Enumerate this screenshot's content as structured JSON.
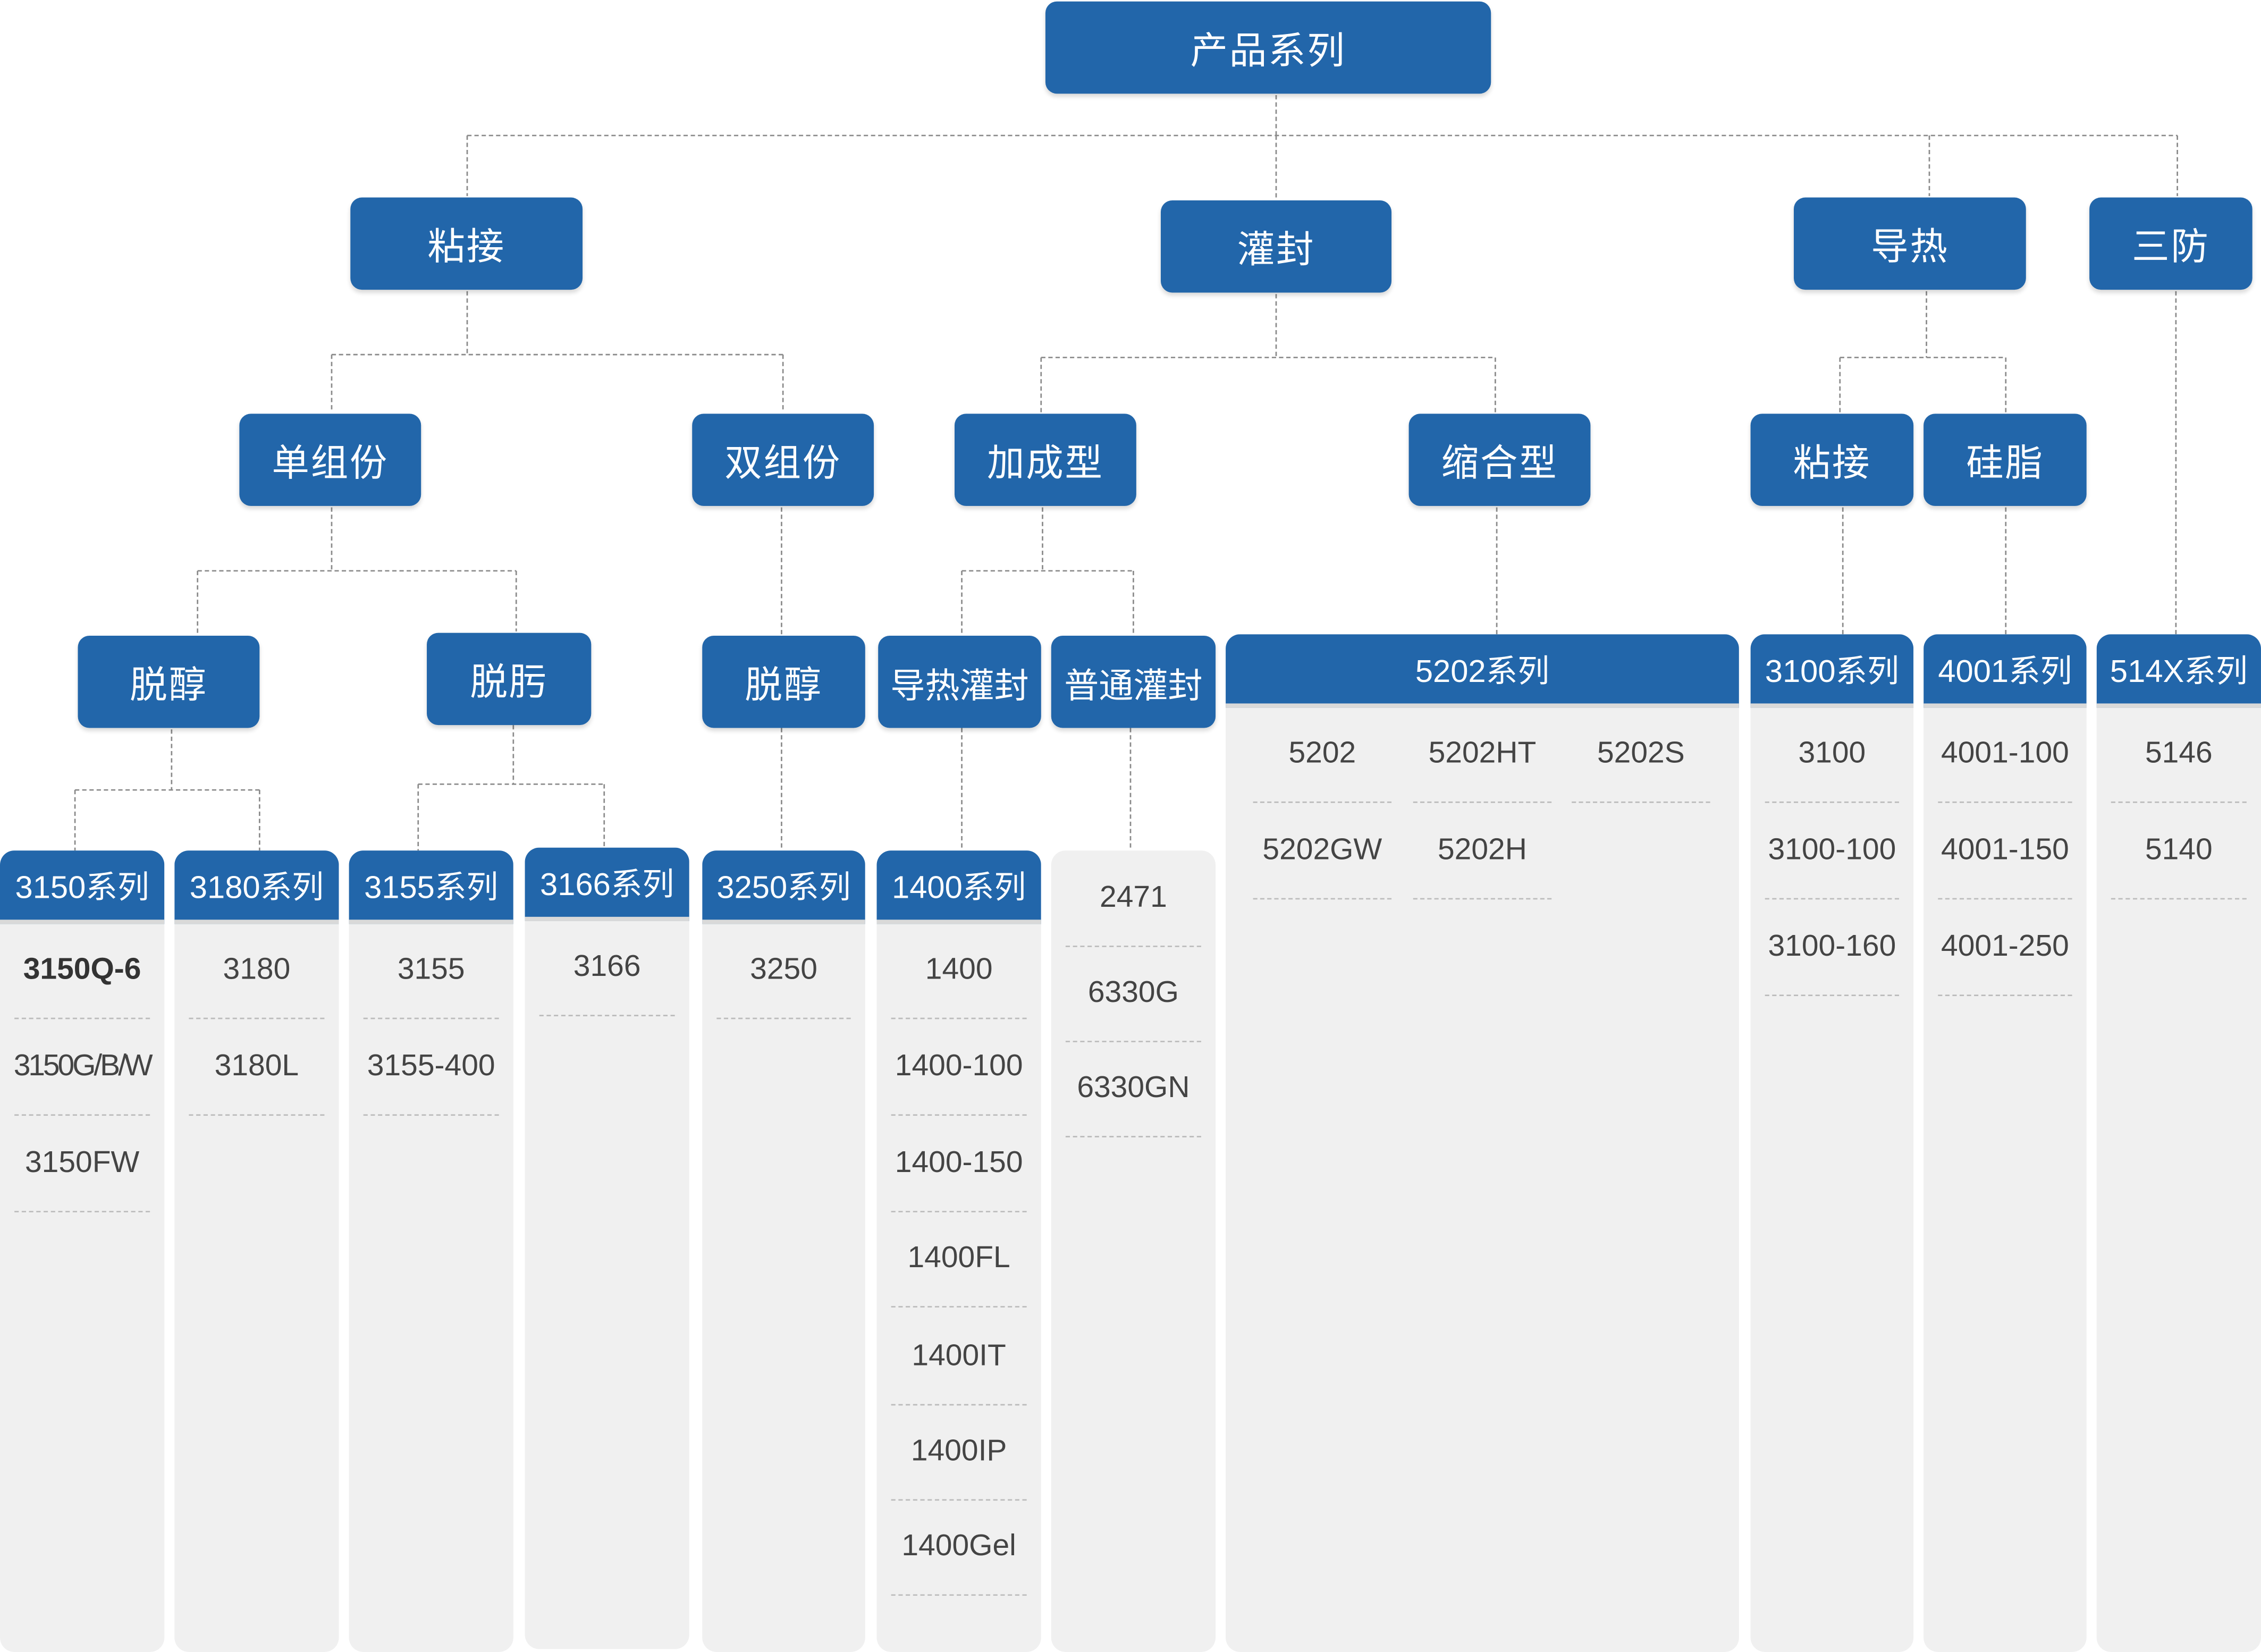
{
  "root": "产品系列",
  "level1": [
    "粘接",
    "灌封",
    "导热",
    "三防"
  ],
  "level2": [
    "单组份",
    "双组份",
    "加成型",
    "缩合型",
    "粘接",
    "硅脂"
  ],
  "level3": [
    "脱醇",
    "脱肟",
    "脱醇",
    "导热灌封",
    "普通灌封"
  ],
  "columns": {
    "c3150": {
      "title": "3150系列",
      "items": [
        "3150Q-6",
        "3150G/B/W",
        "3150FW"
      ]
    },
    "c3180": {
      "title": "3180系列",
      "items": [
        "3180",
        "3180L"
      ]
    },
    "c3155": {
      "title": "3155系列",
      "items": [
        "3155",
        "3155-400"
      ]
    },
    "c3166": {
      "title": "3166系列",
      "items": [
        "3166"
      ]
    },
    "c3250": {
      "title": "3250系列",
      "items": [
        "3250"
      ]
    },
    "c1400": {
      "title": "1400系列",
      "items": [
        "1400",
        "1400-100",
        "1400-150",
        "1400FL",
        "1400IT",
        "1400IP",
        "1400Gel"
      ]
    },
    "cplain": {
      "items": [
        "2471",
        "6330G",
        "6330GN"
      ]
    },
    "c5202": {
      "title": "5202系列",
      "items": [
        "5202",
        "5202HT",
        "5202S",
        "5202GW",
        "5202H"
      ]
    },
    "c3100": {
      "title": "3100系列",
      "items": [
        "3100",
        "3100-100",
        "3100-160"
      ]
    },
    "c4001": {
      "title": "4001系列",
      "items": [
        "4001-100",
        "4001-150",
        "4001-250"
      ]
    },
    "c514x": {
      "title": "514X系列",
      "items": [
        "5146",
        "5140"
      ]
    }
  },
  "colors": {
    "node": "#2266aa",
    "panel": "#f0f0f0",
    "connector": "#8a8a8a"
  }
}
